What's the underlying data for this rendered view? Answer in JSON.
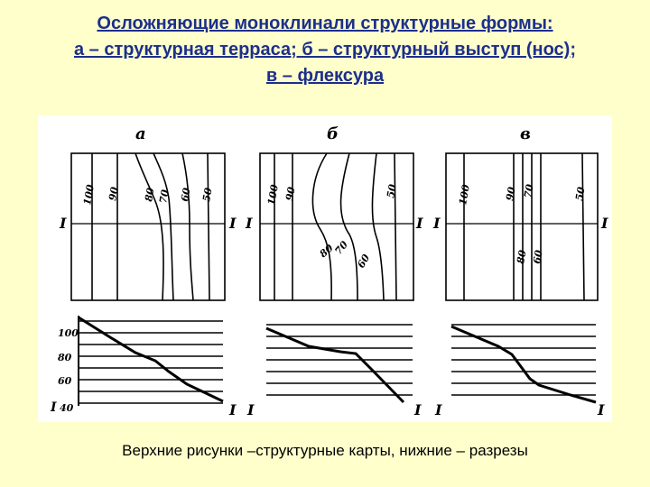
{
  "title": {
    "line1": "Осложняющие моноклинали структурные формы:",
    "line2": "а – структурная терраса; б – структурный выступ (нос);",
    "line3": "в – флексура"
  },
  "figure": {
    "panels": [
      {
        "letter": "а",
        "contours": [
          "100",
          "90",
          "80",
          "70",
          "60",
          "50"
        ],
        "profile_left": "I",
        "profile_right": "I"
      },
      {
        "letter": "б",
        "contours": [
          "100",
          "90",
          "50",
          "80",
          "70",
          "60"
        ],
        "profile_left": "I",
        "profile_right": "I"
      },
      {
        "letter": "в",
        "contours": [
          "100",
          "90",
          "70",
          "50",
          "80",
          "60"
        ],
        "profile_left": "I",
        "profile_right": "I"
      }
    ],
    "section_scale": [
      "100",
      "80",
      "60",
      "40"
    ],
    "section_left_label": "I",
    "section_right_label": "I"
  },
  "caption": "Верхние рисунки –структурные карты, нижние – разрезы"
}
